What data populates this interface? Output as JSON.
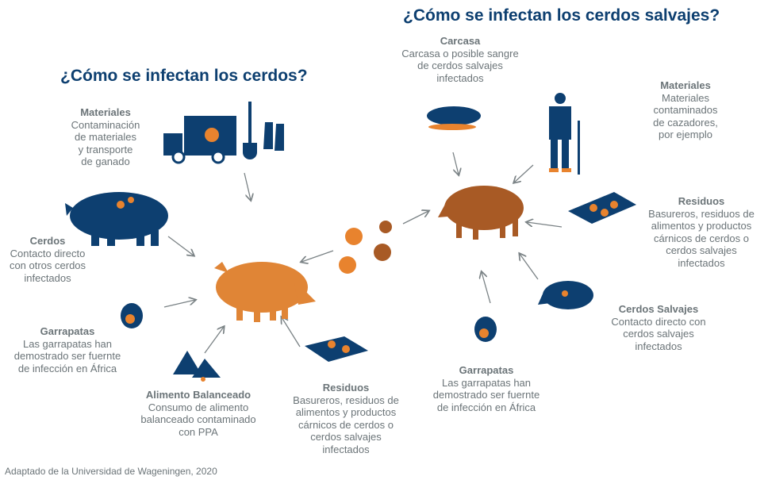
{
  "titles": {
    "pigs": "¿Cómo se infectan los cerdos?",
    "wild": "¿Cómo se infectan los cerdos salvajes?"
  },
  "pigs": [
    {
      "id": "materiales",
      "title": "Materiales",
      "lines": [
        "Contaminación",
        "de materiales",
        "y transporte",
        "de ganado"
      ]
    },
    {
      "id": "cerdos",
      "title": "Cerdos",
      "lines": [
        "Contacto directo",
        "con otros cerdos",
        "infectados"
      ]
    },
    {
      "id": "garrapatas",
      "title": "Garrapatas",
      "lines": [
        "Las garrapatas han",
        "demostrado ser fuernte",
        "de infección en África"
      ]
    },
    {
      "id": "alimento",
      "title": "Alimento Balanceado",
      "lines": [
        "Consumo de alimento",
        "balanceado contaminado",
        "con PPA"
      ]
    },
    {
      "id": "residuos",
      "title": "Residuos",
      "lines": [
        "Basureros,  residuos de",
        "alimentos y productos",
        "cárnicos de cerdos o",
        "cerdos salvajes",
        "infectados"
      ]
    }
  ],
  "wild": [
    {
      "id": "carcasa",
      "title": "Carcasa",
      "lines": [
        "Carcasa o posible sangre",
        "de cerdos salvajes",
        "infectados"
      ]
    },
    {
      "id": "materiales",
      "title": "Materiales",
      "lines": [
        "Materiales",
        "contaminados",
        "de cazadores,",
        "por ejemplo"
      ]
    },
    {
      "id": "residuos",
      "title": "Residuos",
      "lines": [
        "Basureros,  residuos de",
        "alimentos y productos",
        "cárnicos de cerdos o",
        "cerdos salvajes",
        "infectados"
      ]
    },
    {
      "id": "cerdos-salvajes",
      "title": "Cerdos Salvajes",
      "lines": [
        "Contacto directo con",
        "cerdos salvajes",
        "infectados"
      ]
    },
    {
      "id": "garrapatas",
      "title": "Garrapatas",
      "lines": [
        "Las garrapatas han",
        "demostrado ser fuernte",
        "de infección en África"
      ]
    }
  ],
  "footer": "Adaptado de la Universidad de Wageningen, 2020",
  "colors": {
    "navy": "#0d3f70",
    "orange": "#e8832e",
    "brown": "#a85a25",
    "text": "#6b7478",
    "arrow": "#7a8285"
  }
}
